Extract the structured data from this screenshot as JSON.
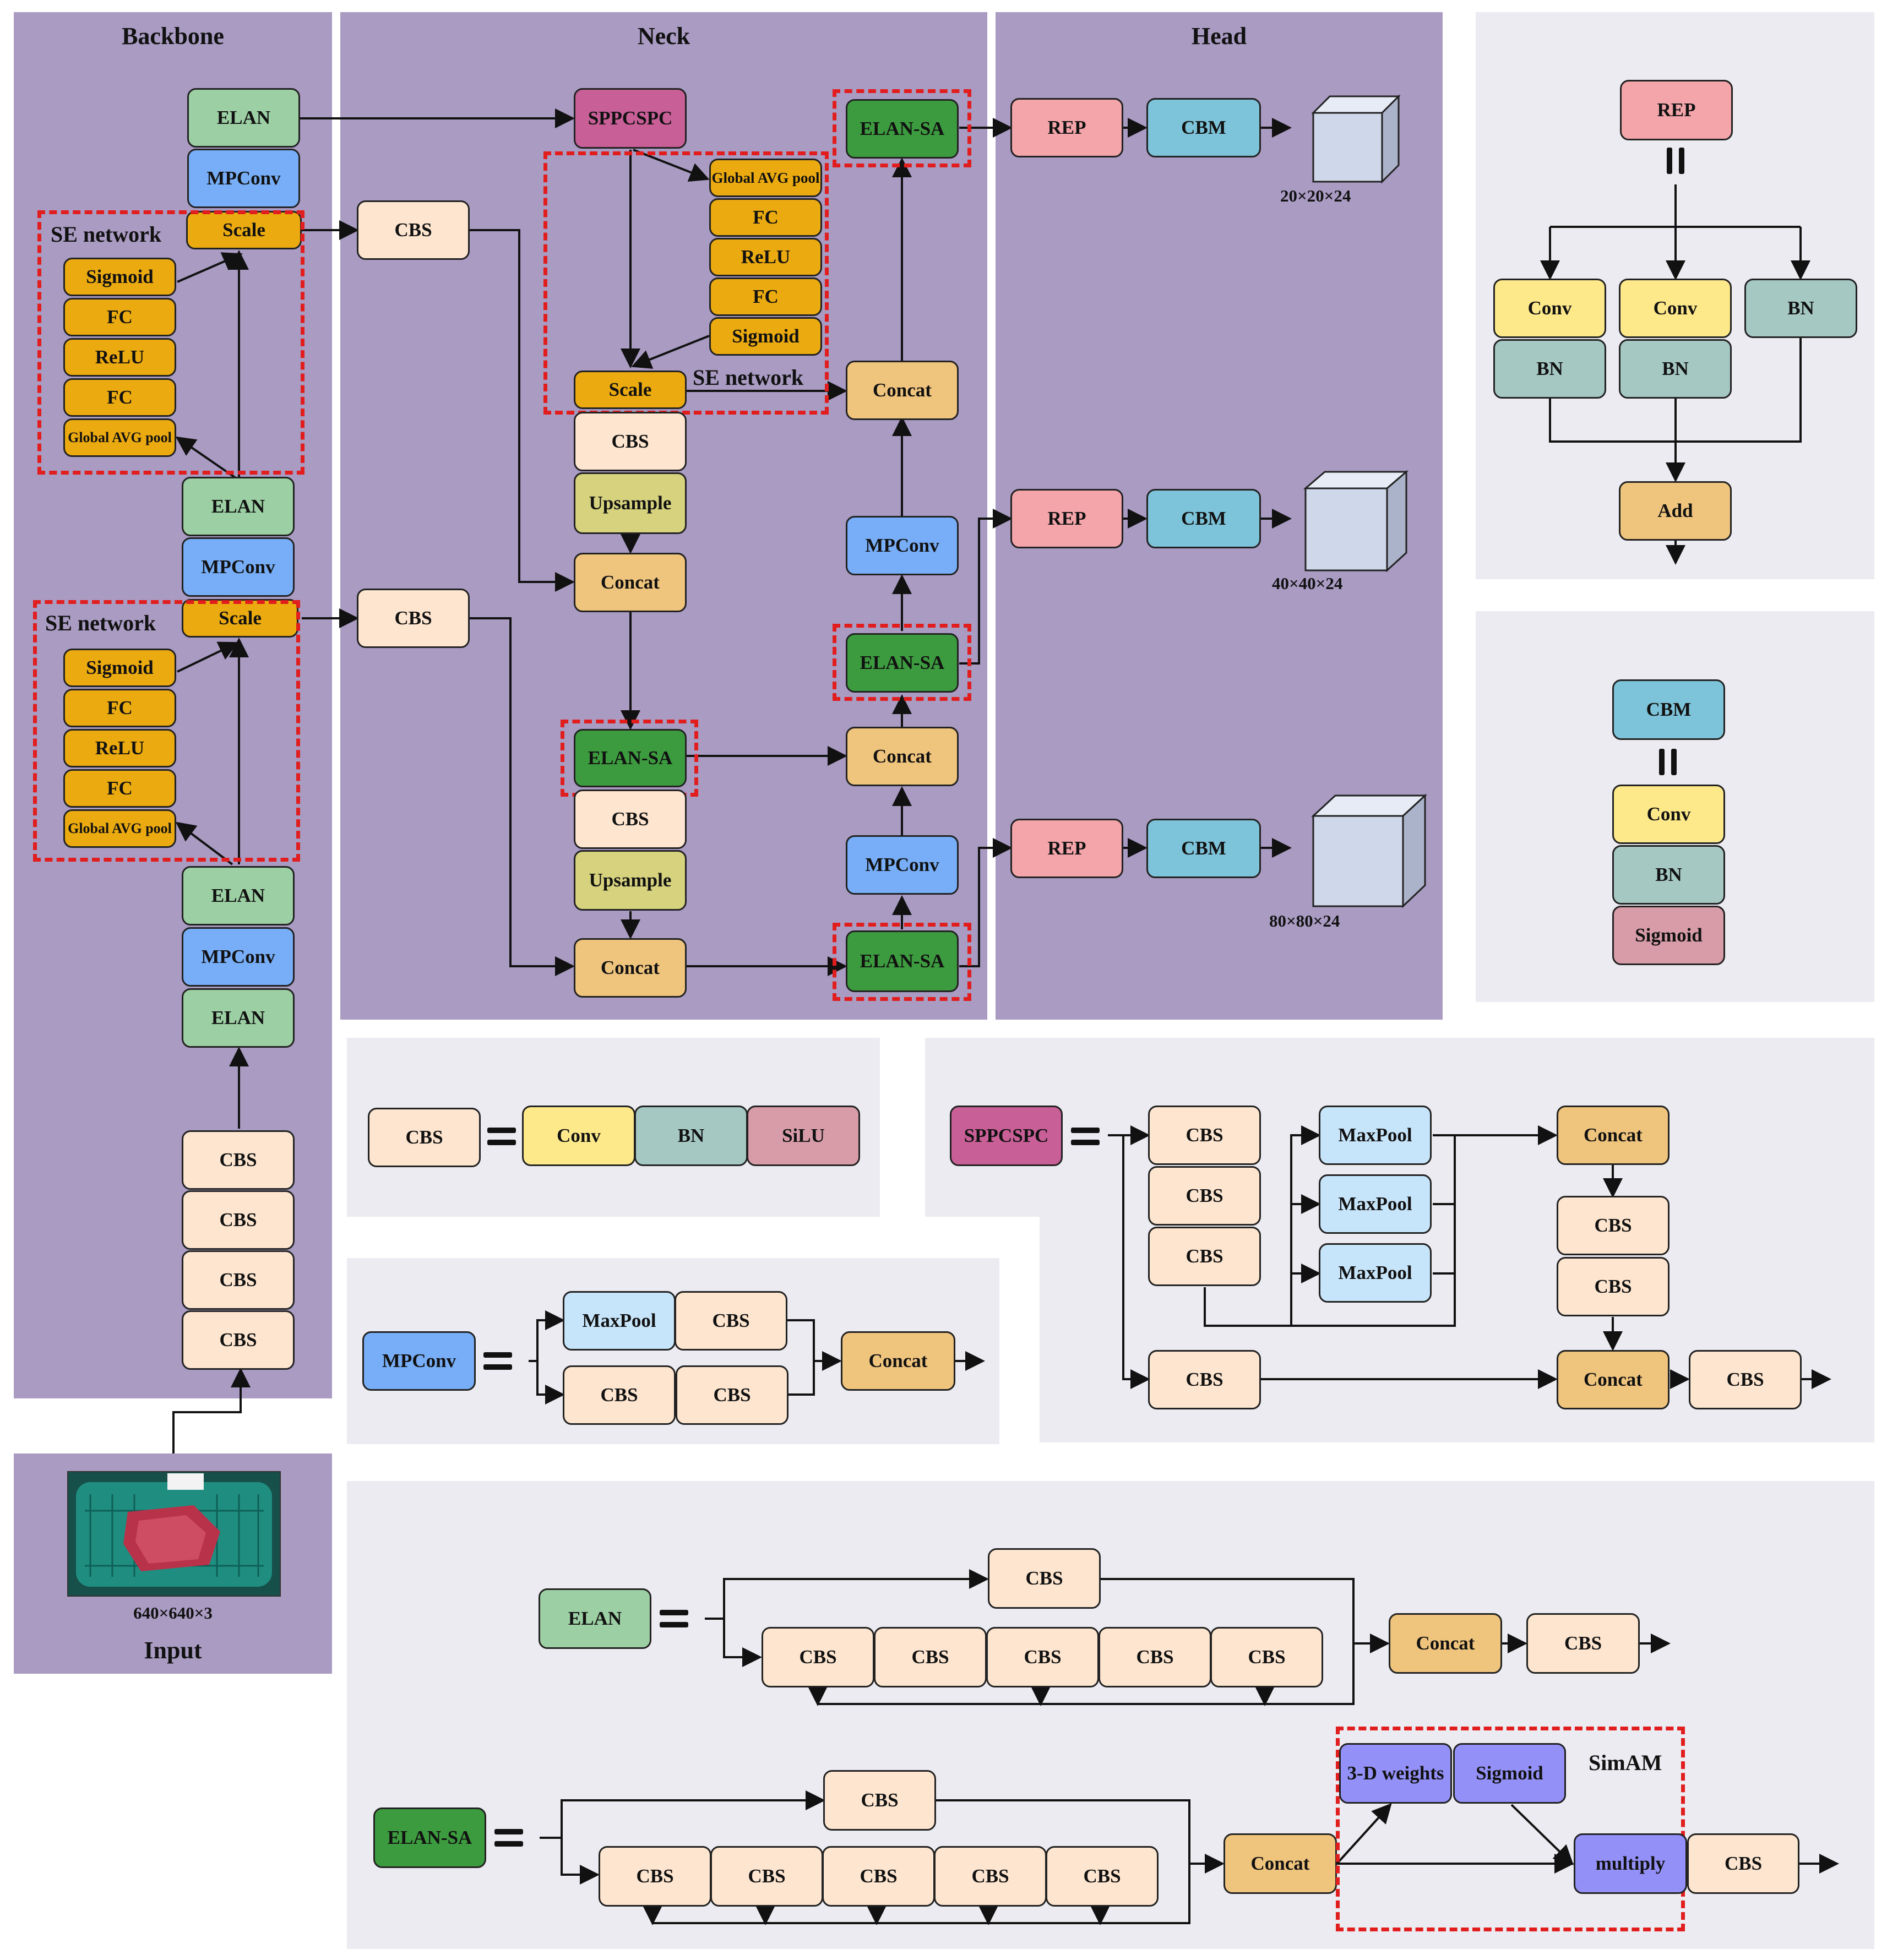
{
  "panels": {
    "backbone": "Backbone",
    "neck": "Neck",
    "head": "Head",
    "input": "Input"
  },
  "labels": {
    "se_network": "SE network",
    "simam": "SimAM",
    "input_size": "640×640×3",
    "out_20": "20×20×24",
    "out_40": "40×40×24",
    "out_80": "80×80×24"
  },
  "blocks": {
    "elan": "ELAN",
    "elan_sa": "ELAN-SA",
    "mpconv": "MPConv",
    "cbs": "CBS",
    "scale": "Scale",
    "sigmoid": "Sigmoid",
    "fc": "FC",
    "relu": "ReLU",
    "gap": "Global AVG pool",
    "sppcspc": "SPPCSPC",
    "concat": "Concat",
    "upsample": "Upsample",
    "rep": "REP",
    "cbm": "CBM",
    "conv": "Conv",
    "bn": "BN",
    "silu": "SiLU",
    "add": "Add",
    "maxpool": "MaxPool",
    "weights3d": "3-D weights",
    "multiply": "multiply"
  },
  "colors": {
    "panel_purple": "#a99bc2",
    "panel_grey": "#ecebf1",
    "dashed_highlight": "#e11d1d",
    "elan_sa": "#3d9b3f",
    "se_block": "#ebaa10",
    "mpconv": "#77aef7"
  }
}
